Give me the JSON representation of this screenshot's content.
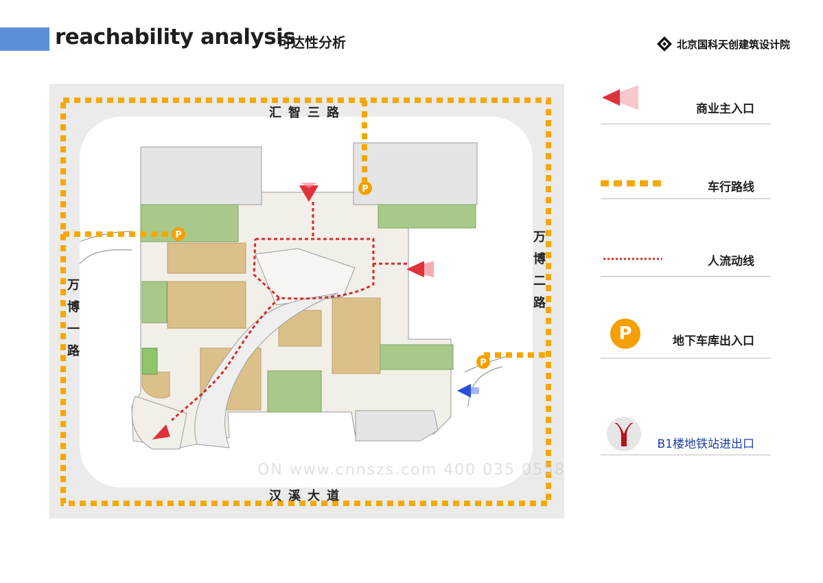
{
  "header": {
    "title_en": "reachability analysis",
    "title_cn": "可达性分析",
    "brand": "北京国科天创建筑设计院"
  },
  "roads": {
    "north": "汇智三路",
    "south": "汉溪大道",
    "west": "万博一路",
    "east": "万博二路"
  },
  "legend": {
    "items": [
      {
        "icon": "commercial-entrance-arrow-icon",
        "label": "商业主入口"
      },
      {
        "icon": "vehicle-route-dash-icon",
        "label": "车行路线"
      },
      {
        "icon": "pedestrian-flow-dot-icon",
        "label": "人流动线"
      },
      {
        "icon": "parking-p-icon",
        "label": "地下车库出入口"
      },
      {
        "icon": "metro-logo-icon",
        "label": "B1楼地铁站进出口"
      }
    ]
  },
  "parking_symbol": "P",
  "watermark": "ON  www.cnnszs.com 400 035 0558",
  "colors": {
    "accent": "#5b8fd8",
    "vehicle_route": "#f5a800",
    "pedestrian_flow": "#d62b2b",
    "entrance_arrow": "#e0323a",
    "metro_arrow": "#2a4fd6",
    "parking": "#f5a000",
    "metro_logo": "#b3141c",
    "retail_block": "#dcc08a",
    "green_block": "#a9c98a",
    "floor_plan": "#f2efe8"
  }
}
